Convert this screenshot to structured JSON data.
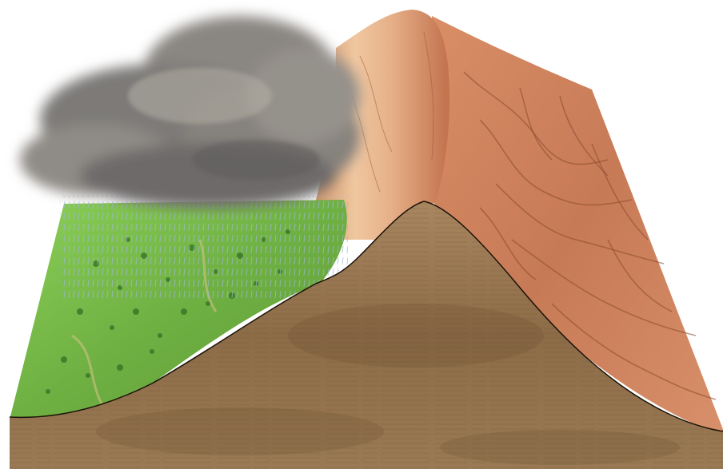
{
  "diagram": {
    "subject": "rain-shadow-mountain",
    "labels": [],
    "elements": [
      {
        "name": "rain-cloud",
        "color": "#7d7a78"
      },
      {
        "name": "rainfall",
        "color": "#9fb8d8"
      },
      {
        "name": "windward-slope",
        "color": "#6fb043"
      },
      {
        "name": "mountain-peak",
        "color": "#d9a27a"
      },
      {
        "name": "leeward-slope",
        "color": "#c77a56"
      },
      {
        "name": "cross-section",
        "color": "#8c6b47"
      }
    ]
  }
}
